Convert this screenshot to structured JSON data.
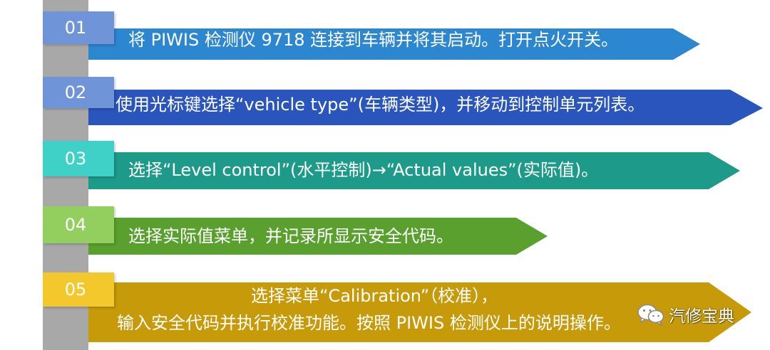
{
  "steps": [
    {
      "number": "01",
      "text": "将 PIWIS 检测仪 9718 连接到车辆并将其启动。打开点火开关。",
      "tab_color": "#6f95d8",
      "arrow_color": "#2d86d0"
    },
    {
      "number": "02",
      "text": "使用光标键选择“vehicle type”(车辆类型)，并移动到控制单元列表。",
      "tab_color": "#6f95d8",
      "arrow_color": "#2a55bd"
    },
    {
      "number": "03",
      "text": "选择“Level control”(水平控制)→“Actual values”(实际值)。",
      "tab_color": "#3fd0c7",
      "arrow_color": "#1d9a8a"
    },
    {
      "number": "04",
      "text": "选择实际值菜单，并记录所显示安全代码。",
      "tab_color": "#93cf5e",
      "arrow_color": "#5aa02f"
    },
    {
      "number": "05",
      "text_line1": "选择菜单“Calibration”（校准），",
      "text_line2": "输入安全代码并执行校准功能。按照 PIWIS  检测仪上的说明操作。",
      "tab_color": "#f2c82c",
      "arrow_color": "#c79a0a"
    }
  ],
  "colors": {
    "side_bar": "#a8a8a8"
  },
  "watermark": {
    "icon": "wechat-icon",
    "text": "汽修宝典"
  }
}
